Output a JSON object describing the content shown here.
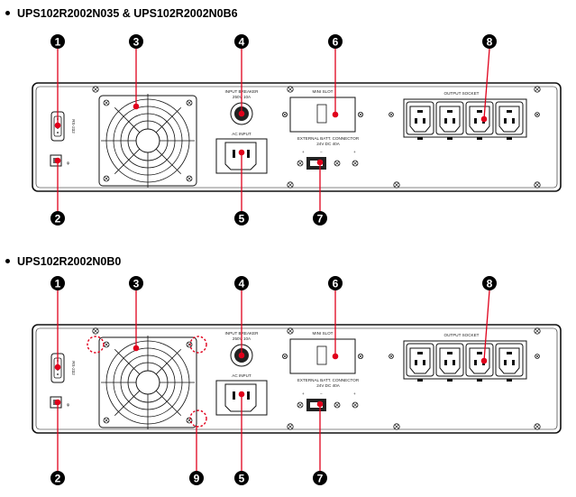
{
  "sections": [
    {
      "title": "UPS102R2002N035 & UPS102R2002N0B6",
      "callouts_top": [
        "1",
        "3",
        "4",
        "6",
        "8"
      ],
      "callouts_bottom": [
        "2",
        "5",
        "7"
      ],
      "show_screw_marks": false
    },
    {
      "title": "UPS102R2002N0B0",
      "callouts_top": [
        "1",
        "3",
        "4",
        "6",
        "8"
      ],
      "callouts_bottom": [
        "2",
        "9",
        "5",
        "7"
      ],
      "show_screw_marks": true
    }
  ],
  "panel_labels": {
    "rs232": "RS-232",
    "input_breaker": "INPUT BREAKER",
    "breaker_rating": "250V 10A",
    "ac_input": "AC INPUT",
    "mini_slot": "MINI SLOT",
    "external_batt": "EXTERNAL BATT. CONNECTOR",
    "batt_rating": "24V DC 40A",
    "plus": "+",
    "minus": "−",
    "output_socket": "OUTPUT SOCKET"
  },
  "colors": {
    "callout_fill": "#000000",
    "highlight": "#e0001b",
    "panel_fill": "#ffffff",
    "panel_stroke": "#111111"
  }
}
